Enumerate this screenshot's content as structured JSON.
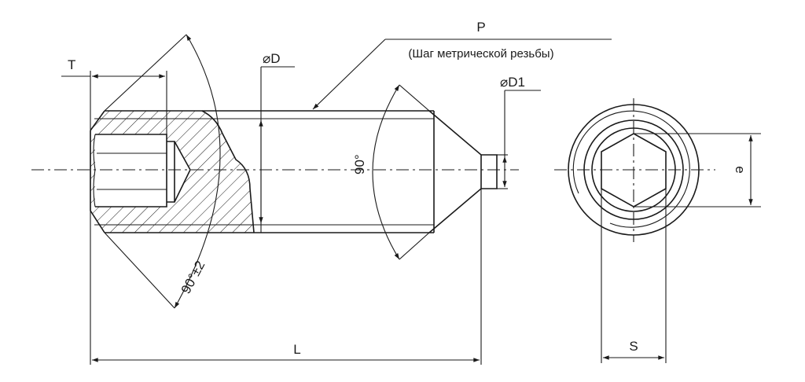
{
  "title": "Set screw with cone point – dimensions drawing",
  "labels": {
    "T": "T",
    "D": "⌀D",
    "P": "P",
    "P_note": "(Шаг метрической резьбы)",
    "D1": "⌀D1",
    "cone_angle": "90°",
    "chamfer_angle": "90°±2",
    "L": "L",
    "S": "S",
    "e": "e"
  }
}
